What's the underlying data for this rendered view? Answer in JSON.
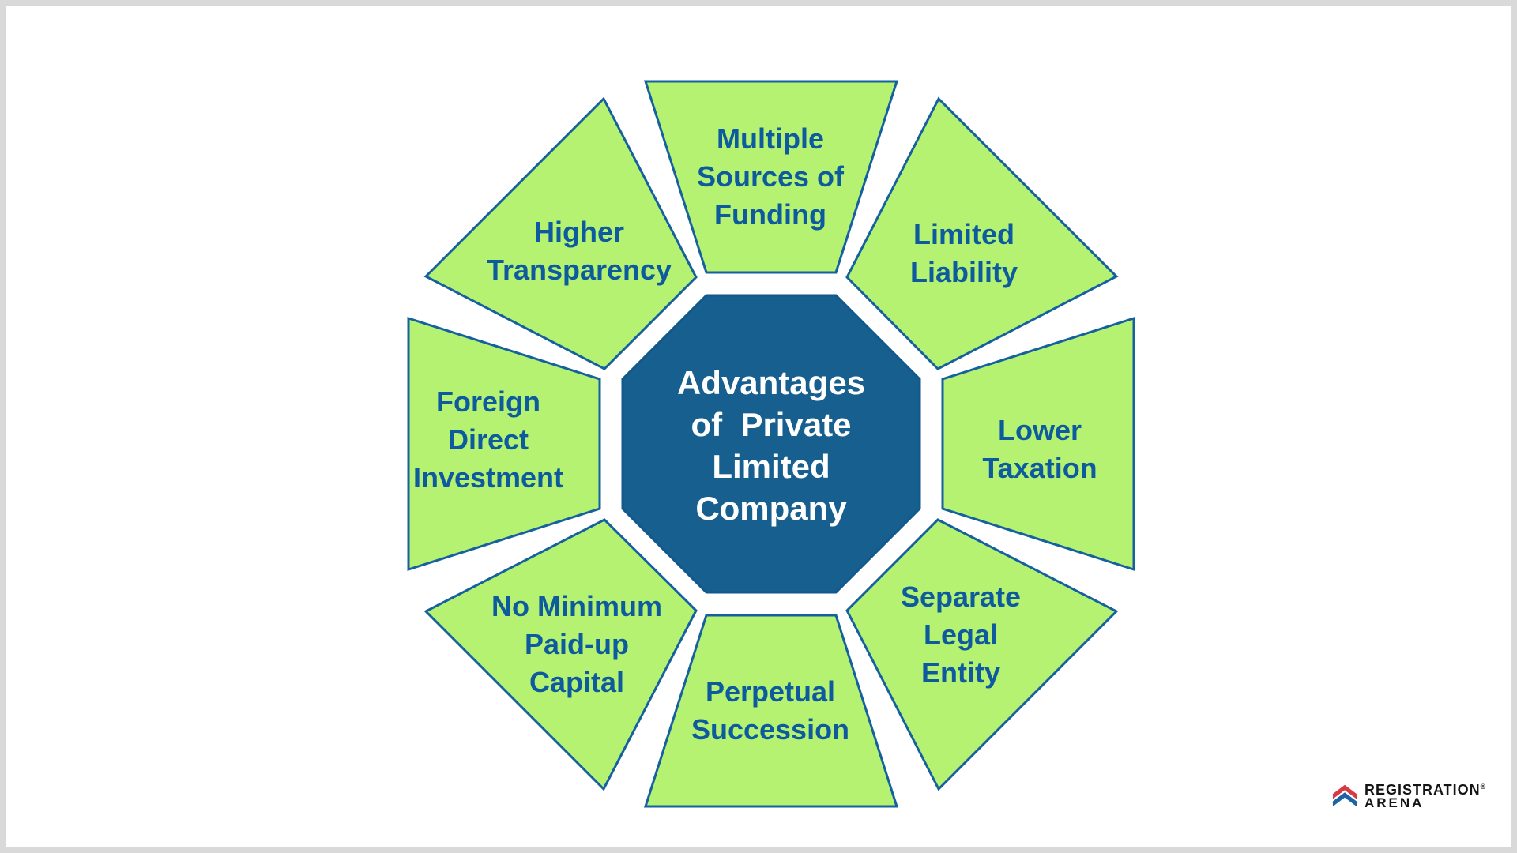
{
  "colors": {
    "frame": "#d9d9d9",
    "petal_fill": "#b5f271",
    "petal_stroke": "#15609f",
    "petal_text": "#0d5b9e",
    "octagon_fill": "#175f8e",
    "octagon_stroke": "#11588c",
    "center_text": "#ffffff",
    "logo_red": "#d63a42",
    "logo_blue": "#1c64a7",
    "logo_text": "#141414"
  },
  "center": {
    "label": "Advantages\nof  Private\nLimited\nCompany"
  },
  "petals": [
    {
      "id": "multiple-sources-of-funding",
      "label": "Multiple\nSources of\nFunding"
    },
    {
      "id": "limited-liability",
      "label": "Limited\nLiability"
    },
    {
      "id": "lower-taxation",
      "label": "Lower\nTaxation"
    },
    {
      "id": "separate-legal-entity",
      "label": "Separate\nLegal\nEntity"
    },
    {
      "id": "perpetual-succession",
      "label": "Perpetual\nSuccession"
    },
    {
      "id": "no-minimum-paid-up-capital",
      "label": "No Minimum\nPaid-up\nCapital"
    },
    {
      "id": "foreign-direct-investment",
      "label": "Foreign\nDirect\nInvestment"
    },
    {
      "id": "higher-transparency",
      "label": "Higher\nTransparency"
    }
  ],
  "logo": {
    "line1": "REGISTRATION",
    "registered_mark": "®",
    "line2": "ARENA"
  }
}
